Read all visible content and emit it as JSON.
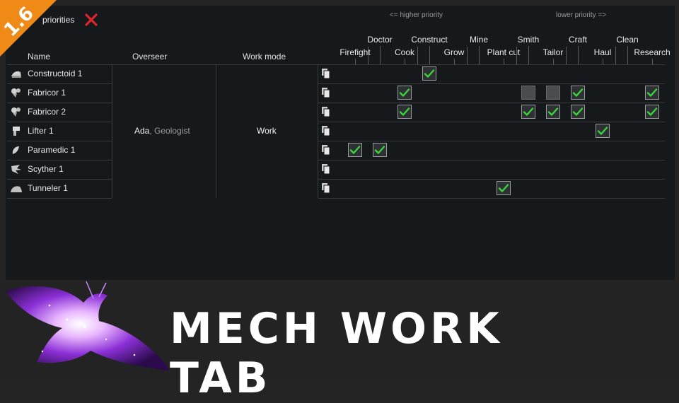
{
  "version_badge": "1.6",
  "header": {
    "priorities_label": "priorities",
    "close_icon": "close-icon"
  },
  "hints": {
    "higher": "<= higher priority",
    "lower": "lower priority =>"
  },
  "columns": {
    "name": "Name",
    "overseer": "Overseer",
    "work_mode": "Work mode"
  },
  "work_types": [
    "Firefight",
    "Doctor",
    "Cook",
    "Construct",
    "Grow",
    "Mine",
    "Plant cut",
    "Smith",
    "Tailor",
    "Craft",
    "Haul",
    "Clean",
    "Research"
  ],
  "mechs": [
    {
      "name": "Constructoid 1",
      "icon": "constructoid-icon",
      "checks": [
        0,
        0,
        0,
        1,
        0,
        0,
        0,
        0,
        0,
        0,
        0,
        0,
        0
      ]
    },
    {
      "name": "Fabricor 1",
      "icon": "fabricor-icon",
      "checks": [
        0,
        0,
        1,
        0,
        0,
        0,
        0,
        2,
        2,
        1,
        0,
        0,
        1
      ]
    },
    {
      "name": "Fabricor 2",
      "icon": "fabricor-icon",
      "checks": [
        0,
        0,
        1,
        0,
        0,
        0,
        0,
        1,
        1,
        1,
        0,
        0,
        1
      ]
    },
    {
      "name": "Lifter 1",
      "icon": "lifter-icon",
      "checks": [
        0,
        0,
        0,
        0,
        0,
        0,
        0,
        0,
        0,
        0,
        1,
        0,
        0
      ]
    },
    {
      "name": "Paramedic 1",
      "icon": "paramedic-icon",
      "checks": [
        1,
        1,
        0,
        0,
        0,
        0,
        0,
        0,
        0,
        0,
        0,
        0,
        0
      ]
    },
    {
      "name": "Scyther 1",
      "icon": "scyther-icon",
      "checks": [
        0,
        0,
        0,
        0,
        0,
        0,
        0,
        0,
        0,
        0,
        0,
        0,
        0
      ]
    },
    {
      "name": "Tunneler 1",
      "icon": "tunneler-icon",
      "checks": [
        0,
        0,
        0,
        0,
        0,
        0,
        1,
        0,
        0,
        0,
        0,
        0,
        0
      ]
    }
  ],
  "overseer": {
    "name": "Ada",
    "title": ", Geologist"
  },
  "work_mode_value": "Work",
  "banner": {
    "title": "MECH WORK TAB"
  },
  "colors": {
    "check": "#3cd23c",
    "accent": "#ef8a16",
    "close": "#e0252b"
  }
}
